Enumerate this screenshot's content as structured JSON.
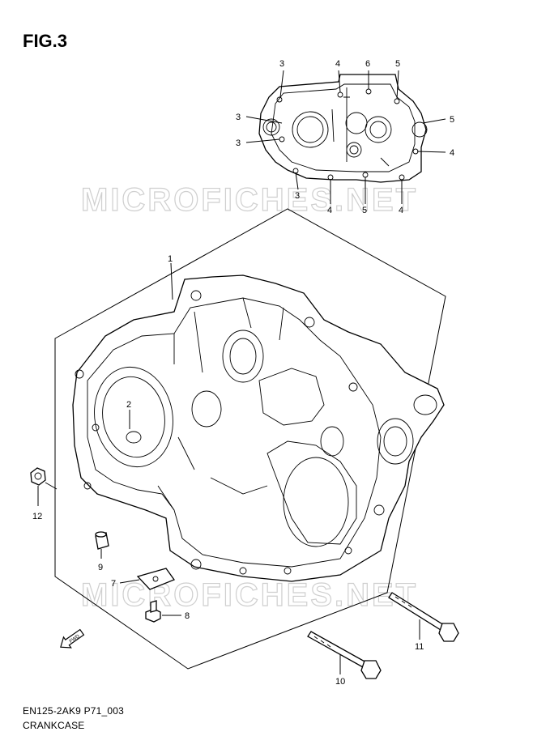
{
  "figure": {
    "title": "FIG.3",
    "code": "EN125-2AK9 P71_003",
    "name": "CRANKCASE"
  },
  "watermark": "MICROFICHES.NET",
  "callouts": {
    "c1": "1",
    "c2": "2",
    "c7": "7",
    "c8": "8",
    "c9": "9",
    "c10": "10",
    "c11": "11",
    "c12": "12",
    "t3a": "3",
    "t4a": "4",
    "t6": "6",
    "t5a": "5",
    "l3b": "3",
    "l3c": "3",
    "r5b": "5",
    "r4b": "4",
    "b3": "3",
    "b4a": "4",
    "b5": "5",
    "b4b": "4"
  },
  "icons": {
    "fwd_arrow": "fwd-arrow-icon",
    "fwd_text": "FWD"
  }
}
